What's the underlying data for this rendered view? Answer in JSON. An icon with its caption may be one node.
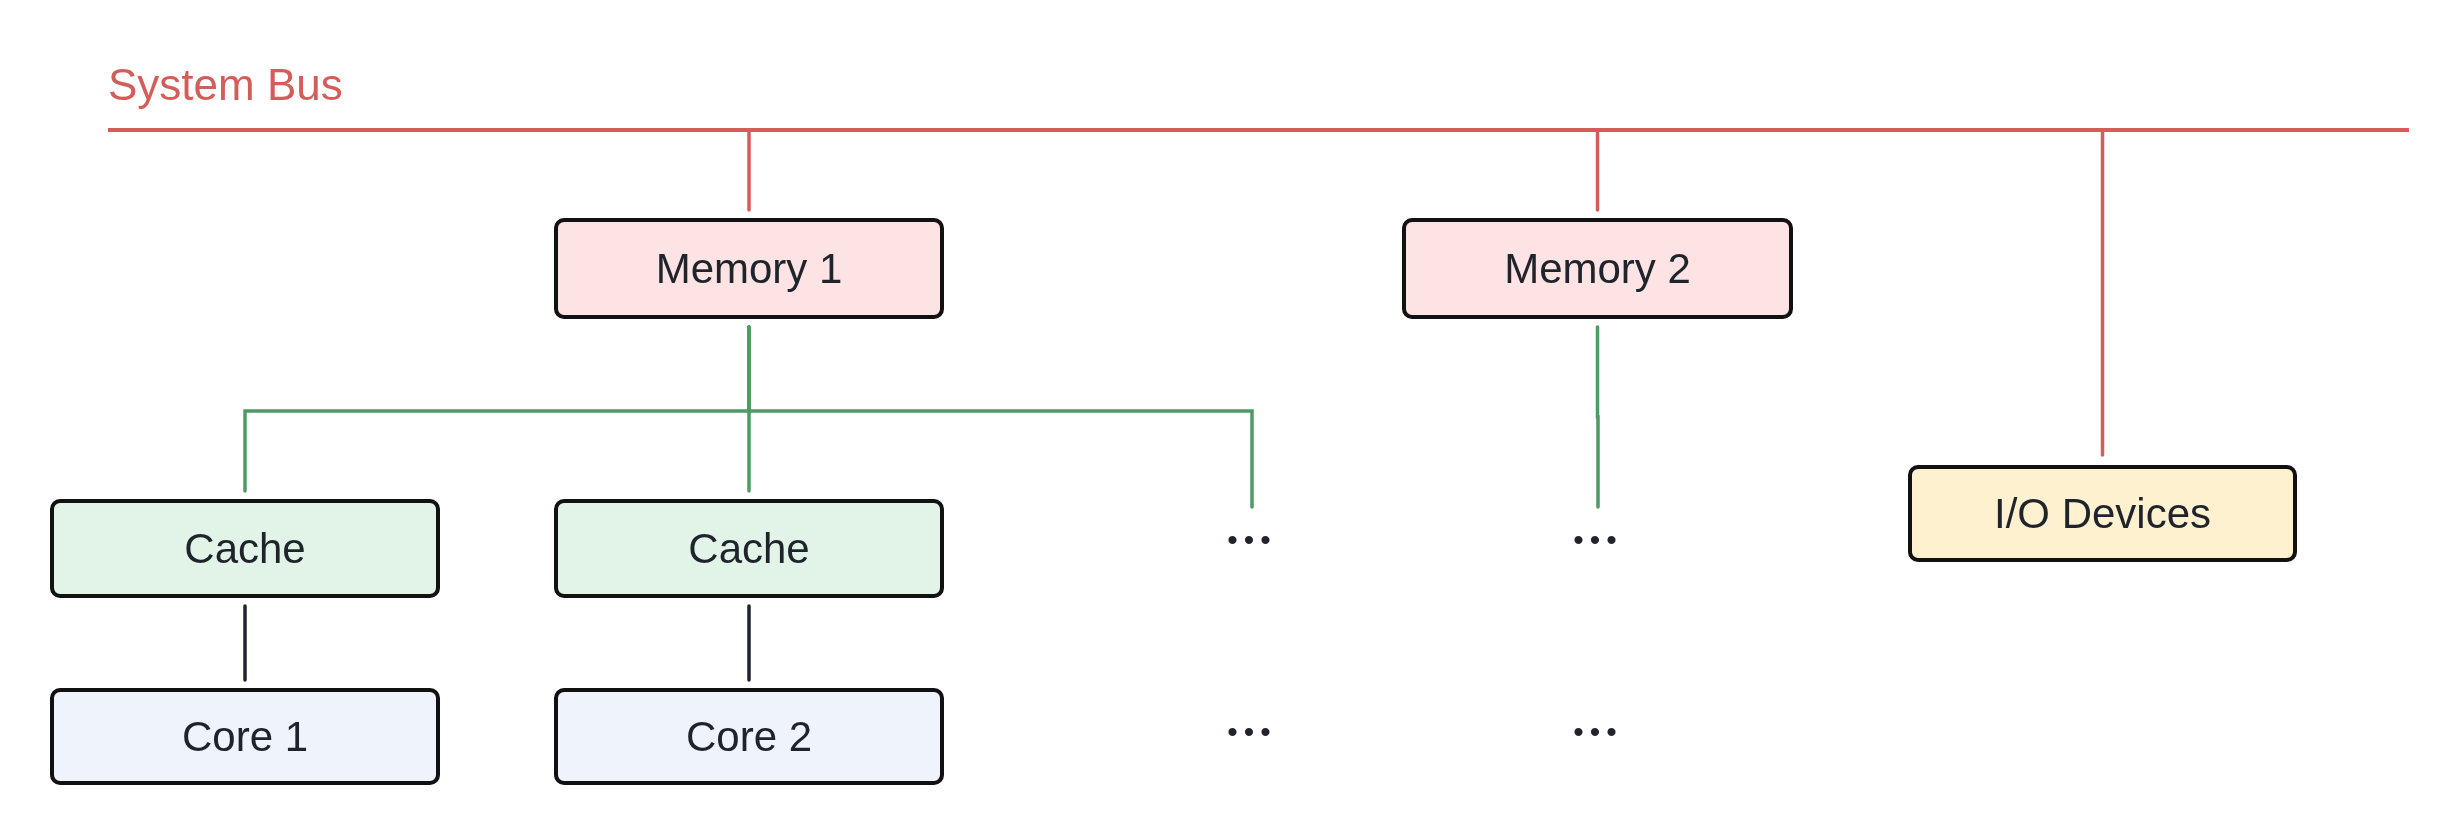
{
  "diagram": {
    "nodes": [
      {
        "text": [
          "System Bus"
        ]
      },
      {
        "text": [
          "Memory 1"
        ]
      },
      {
        "text": [
          "Memory 2"
        ]
      },
      {
        "text": [
          "Cache"
        ]
      },
      {
        "text": [
          "Cache"
        ]
      },
      {
        "text": [
          "•••"
        ]
      },
      {
        "text": [
          "•••"
        ]
      },
      {
        "text": [
          "I/O Devices"
        ]
      },
      {
        "text": [
          "Core 1"
        ]
      },
      {
        "text": [
          "Core 2"
        ]
      }
    ],
    "edges": [
      {
        "from": 0,
        "to": 1,
        "arrow": "none",
        "color": "#d45d5a"
      },
      {
        "from": 0,
        "to": 2,
        "arrow": "none",
        "color": "#d45d5a"
      },
      {
        "from": 0,
        "to": 7,
        "arrow": "none",
        "color": "#d45d5a"
      },
      {
        "from": 1,
        "to": 3,
        "arrow": "none"
      },
      {
        "from": 1,
        "to": 4,
        "arrow": "none"
      },
      {
        "from": 1,
        "to": 5,
        "arrow": "none"
      },
      {
        "from": 2,
        "to": 6,
        "arrow": "none"
      },
      {
        "from": 3,
        "to": 8,
        "arrow": "none",
        "color": "#1f232b"
      },
      {
        "from": 4,
        "to": 9,
        "arrow": "none",
        "color": "#1f232b"
      }
    ],
    "labels": [
      "•••",
      "•••"
    ]
  }
}
